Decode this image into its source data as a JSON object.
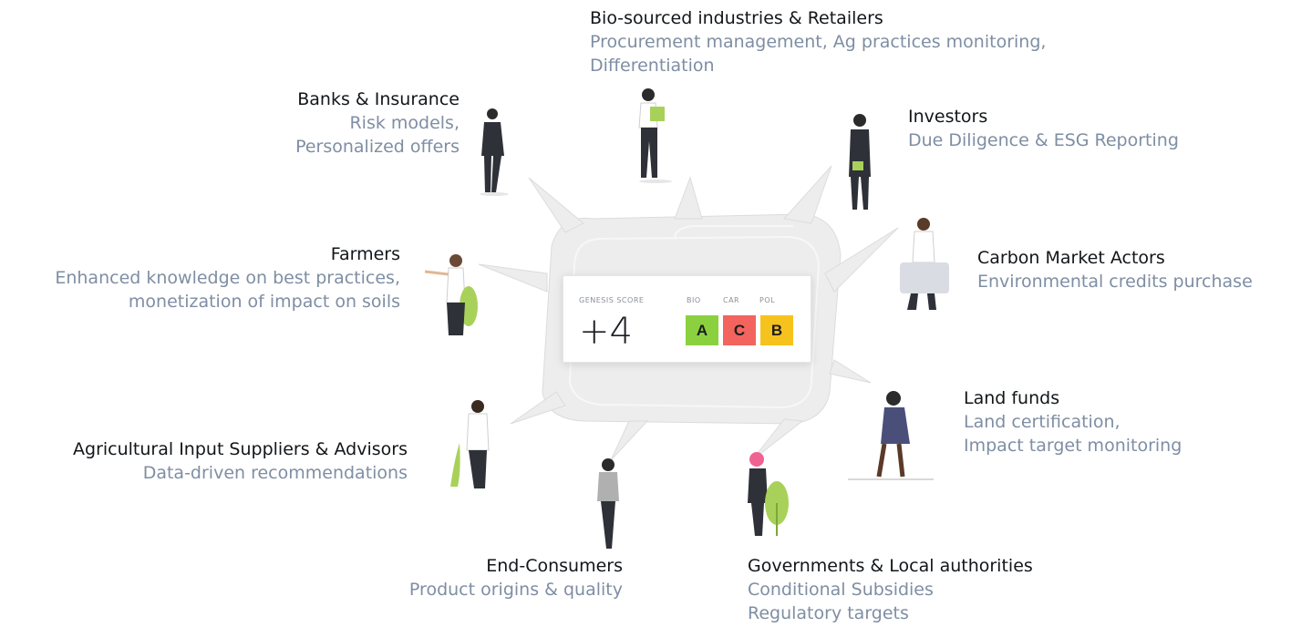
{
  "diagram": {
    "center_card": {
      "caption": "GENESIS SCORE",
      "score": "+4",
      "grades": [
        {
          "label": "BIO",
          "value": "A",
          "color": "#8bd13f"
        },
        {
          "label": "CAR",
          "value": "C",
          "color": "#f2645d"
        },
        {
          "label": "POL",
          "value": "B",
          "color": "#f6c21d"
        }
      ]
    },
    "stakeholders": [
      {
        "title": "Bio-sourced industries & Retailers",
        "lines": [
          "Procurement management, Ag practices monitoring,",
          "Differentiation"
        ]
      },
      {
        "title": "Banks & Insurance",
        "lines": [
          "Risk models,",
          "Personalized offers"
        ]
      },
      {
        "title": "Investors",
        "lines": [
          "Due Diligence & ESG Reporting"
        ]
      },
      {
        "title": "Farmers",
        "lines": [
          "Enhanced knowledge on best practices,",
          "monetization of impact on soils"
        ]
      },
      {
        "title": "Carbon Market Actors",
        "lines": [
          "Environmental credits purchase"
        ]
      },
      {
        "title": "Land funds",
        "lines": [
          "Land certification,",
          "Impact target monitoring"
        ]
      },
      {
        "title": "Agricultural Input Suppliers & Advisors",
        "lines": [
          "Data-driven recommendations"
        ]
      },
      {
        "title": "End-Consumers",
        "lines": [
          "Product origins & quality"
        ]
      },
      {
        "title": "Governments & Local authorities",
        "lines": [
          "Conditional Subsidies",
          "Regulatory targets"
        ]
      }
    ],
    "colors": {
      "title": "#121619",
      "description": "#7f8ea3",
      "blob": "#ececec",
      "plant": "#a8d15a"
    }
  }
}
